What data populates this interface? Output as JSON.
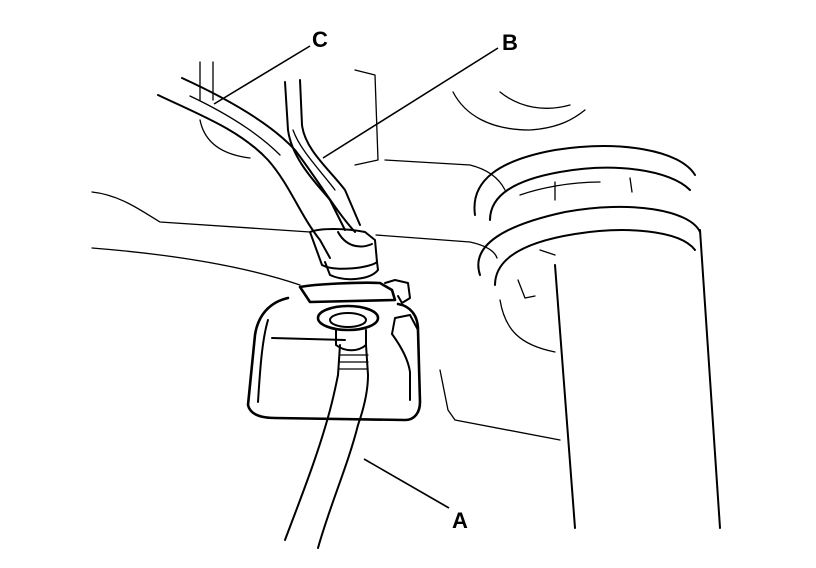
{
  "callouts": [
    {
      "id": "C",
      "label": "C"
    },
    {
      "id": "B",
      "label": "B"
    },
    {
      "id": "A",
      "label": "A"
    }
  ]
}
